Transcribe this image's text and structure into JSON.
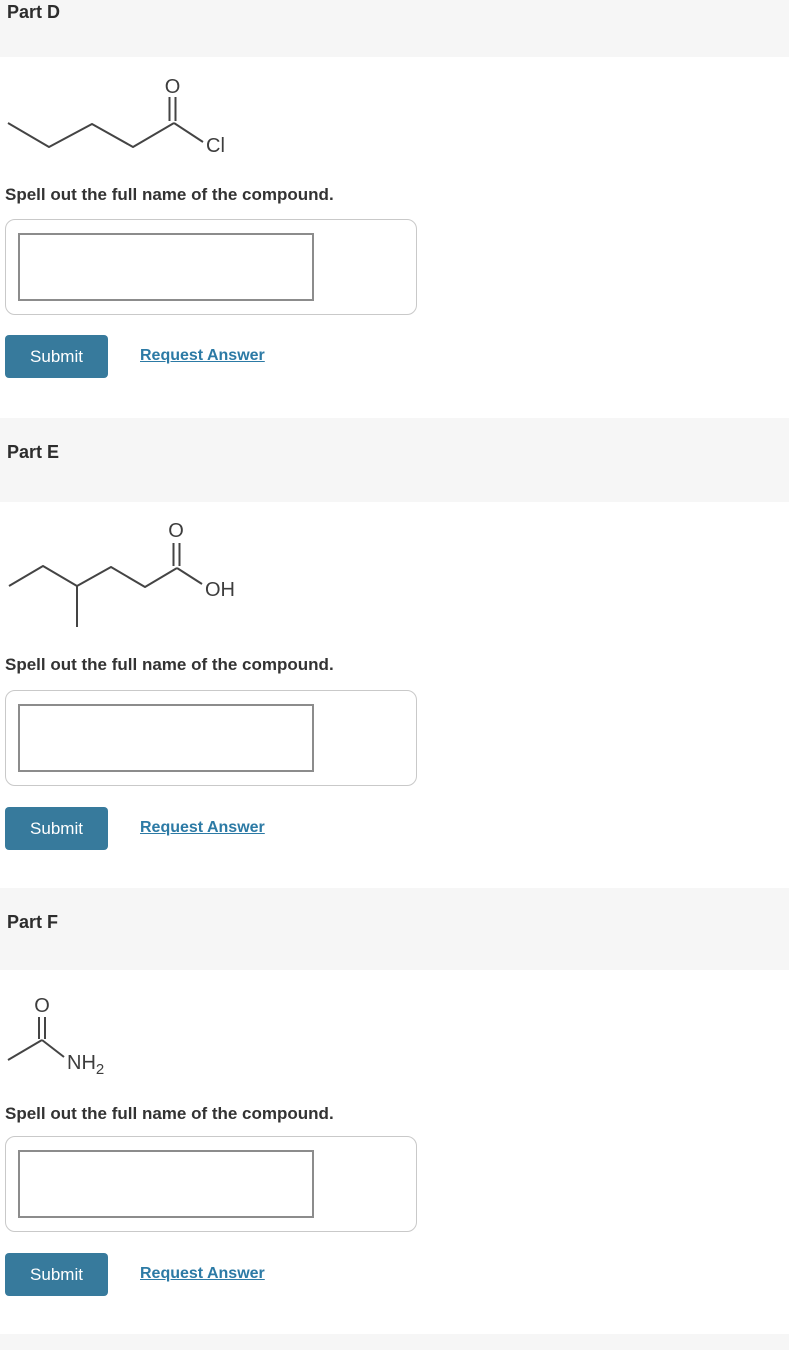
{
  "colors": {
    "submit_button": "#377a9c",
    "link_teal": "#2c7aa5",
    "section_background": "#f6f6f6",
    "structure_stroke": "#444444"
  },
  "parts": [
    {
      "header": "Part D",
      "prompt": "Spell out the full name of the compound.",
      "input": {
        "value": "",
        "placeholder": ""
      },
      "submit_label": "Submit",
      "request_answer_label": "Request Answer",
      "structure": {
        "kind": "acyl-chloride-skeletal-structure",
        "labels": {
          "o": "O",
          "cl": "Cl"
        }
      }
    },
    {
      "header": "Part E",
      "prompt": "Spell out the full name of the compound.",
      "input": {
        "value": "",
        "placeholder": ""
      },
      "submit_label": "Submit",
      "request_answer_label": "Request Answer",
      "structure": {
        "kind": "carboxylic-acid-skeletal-structure",
        "labels": {
          "o": "O",
          "oh": "OH"
        }
      }
    },
    {
      "header": "Part F",
      "prompt": "Spell out the full name of the compound.",
      "input": {
        "value": "",
        "placeholder": ""
      },
      "submit_label": "Submit",
      "request_answer_label": "Request Answer",
      "structure": {
        "kind": "amide-skeletal-structure",
        "labels": {
          "o": "O",
          "nh": "NH",
          "sub2": "2"
        }
      }
    }
  ]
}
